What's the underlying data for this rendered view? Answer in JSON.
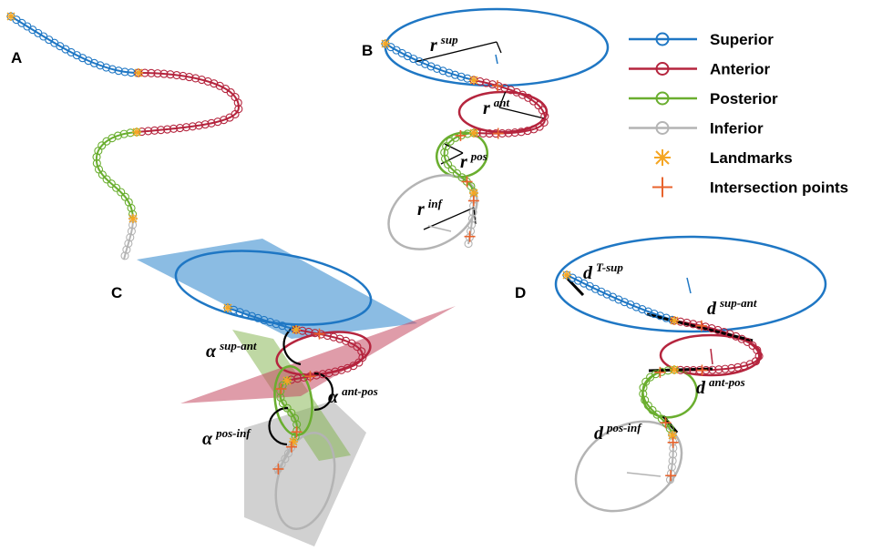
{
  "panels": {
    "a": "A",
    "b": "B",
    "c": "C",
    "d": "D"
  },
  "legend": {
    "items": [
      {
        "label": "Superior",
        "color": "#1f77c4",
        "marker": "circle-line"
      },
      {
        "label": "Anterior",
        "color": "#b5253e",
        "marker": "circle-line"
      },
      {
        "label": "Posterior",
        "color": "#6aae2f",
        "marker": "circle-line"
      },
      {
        "label": "Inferior",
        "color": "#b4b4b4",
        "marker": "circle-line"
      },
      {
        "label": "Landmarks",
        "color": "#f5a623",
        "marker": "asterisk"
      },
      {
        "label": "Intersection points",
        "color": "#e8632c",
        "marker": "plus"
      }
    ]
  },
  "labels_b": {
    "r_sup": {
      "base": "r",
      "sup": "sup"
    },
    "r_ant": {
      "base": "r",
      "sup": "ant"
    },
    "r_pos": {
      "base": "r",
      "sup": "pos"
    },
    "r_inf": {
      "base": "r",
      "sup": "inf"
    }
  },
  "labels_c": {
    "a_sup_ant": {
      "base": "α",
      "sup": "sup-ant"
    },
    "a_ant_pos": {
      "base": "α",
      "sup": "ant-pos"
    },
    "a_pos_inf": {
      "base": "α",
      "sup": "pos-inf"
    }
  },
  "labels_d": {
    "d_t_sup": {
      "base": "d",
      "sup": "T-sup"
    },
    "d_sup_ant": {
      "base": "d",
      "sup": "sup-ant"
    },
    "d_ant_pos": {
      "base": "d",
      "sup": "ant-pos"
    },
    "d_pos_inf": {
      "base": "d",
      "sup": "pos-inf"
    }
  },
  "colors": {
    "superior": "#1f77c4",
    "anterior": "#b5253e",
    "posterior": "#6aae2f",
    "inferior": "#b4b4b4",
    "landmark": "#f5a623",
    "intersection": "#e8632c",
    "plane_superior": "#3d8fd1",
    "plane_anterior": "#c44a63",
    "plane_posterior": "#7fb24a",
    "plane_inferior": "#9a9a9a"
  }
}
